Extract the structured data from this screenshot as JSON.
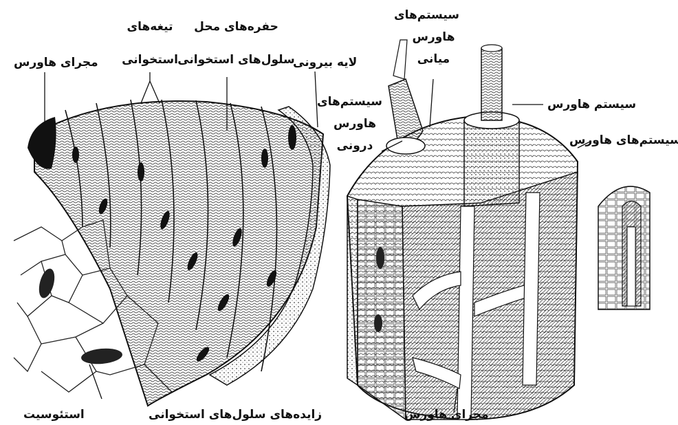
{
  "figure": {
    "labels": {
      "haversian_canal_left": "مجرای هاورس",
      "bone_lamellae_1": "تیغه‌های",
      "bone_lamellae_2": "استخوانی",
      "lacunae_1": "حفره‌های محل",
      "lacunae_2": "سلول‌های استخوانی",
      "outer_layer": "لایه بیرونی",
      "middle_system_1": "سیستم‌های",
      "middle_system_2": "هاورس",
      "middle_system_3": "میانی",
      "inner_system_1": "سیستم‌های",
      "inner_system_2": "هاورس",
      "inner_system_3": "درونی",
      "haversian_system": "سیستم هاورس",
      "haversian_systems": "سیستم‌های هاورس",
      "osteocyte": "استئوسیت",
      "osteocyte_processes": "زایده‌های سلول‌های استخوانی",
      "haversian_canal_bottom": "مجرای هاورس"
    }
  }
}
